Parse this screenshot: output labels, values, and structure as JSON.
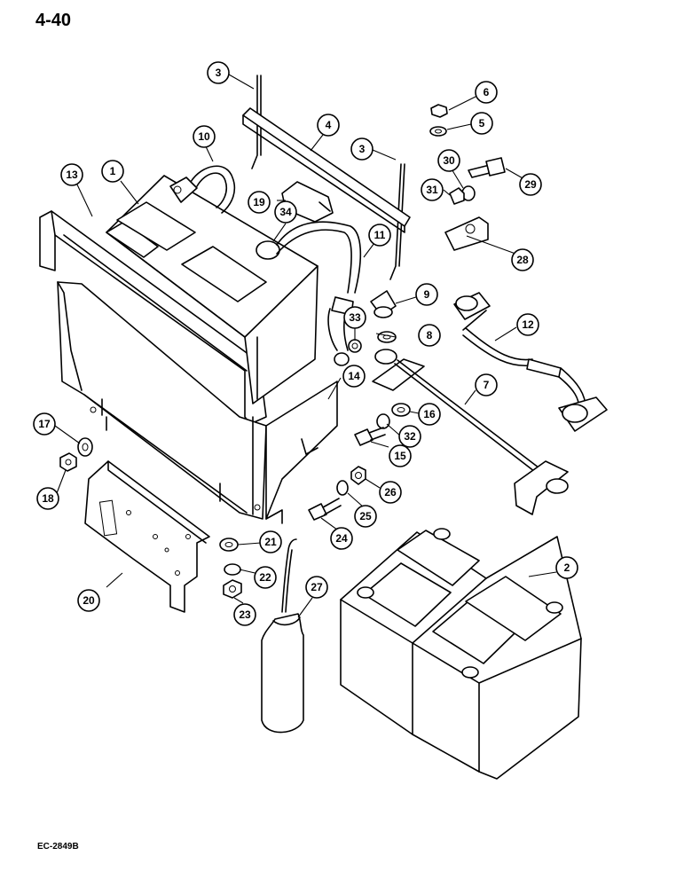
{
  "page_number": "4-40",
  "figure_code": "EC-2849B",
  "callouts": [
    "1",
    "2",
    "3",
    "3",
    "4",
    "5",
    "6",
    "7",
    "8",
    "9",
    "10",
    "11",
    "12",
    "13",
    "14",
    "15",
    "16",
    "17",
    "18",
    "19",
    "20",
    "21",
    "22",
    "23",
    "24",
    "25",
    "26",
    "27",
    "28",
    "29",
    "30",
    "31",
    "32",
    "33",
    "34"
  ]
}
